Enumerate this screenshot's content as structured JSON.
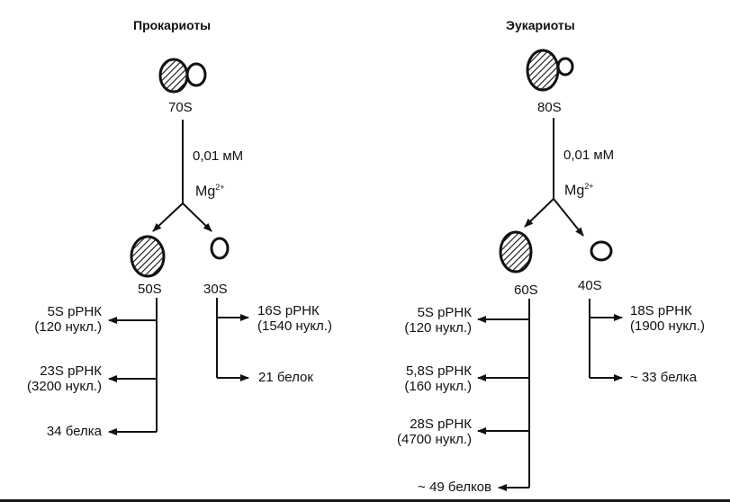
{
  "prokaryotes": {
    "title": "Прокариоты",
    "whole": "70S",
    "condition": "0,01 мМ",
    "ion": "Mg",
    "ion_charge": "2+",
    "large_subunit": "50S",
    "small_subunit": "30S",
    "large_components": [
      {
        "name": "5S  рРНК",
        "detail": "(120 нукл.)"
      },
      {
        "name": "23S  рРНК",
        "detail": "(3200 нукл.)"
      },
      {
        "name": "34 белка",
        "detail": ""
      }
    ],
    "small_components": [
      {
        "name": "16S  рРНК",
        "detail": "(1540 нукл.)"
      },
      {
        "name": "21 белок",
        "detail": ""
      }
    ]
  },
  "eukaryotes": {
    "title": "Эукариоты",
    "whole": "80S",
    "condition": "0,01 мМ",
    "ion": "Mg",
    "ion_charge": "2+",
    "large_subunit": "60S",
    "small_subunit": "40S",
    "large_components": [
      {
        "name": "5S  рРНК",
        "detail": "(120 нукл.)"
      },
      {
        "name": "5,8S рРНК",
        "detail": "(160 нукл.)"
      },
      {
        "name": "28S рРНК",
        "detail": "(4700 нукл.)"
      },
      {
        "name": "~ 49 белков",
        "detail": ""
      }
    ],
    "small_components": [
      {
        "name": "18S  рРНК",
        "detail": "(1900 нукл.)"
      },
      {
        "name": "~ 33 белка",
        "detail": ""
      }
    ]
  }
}
